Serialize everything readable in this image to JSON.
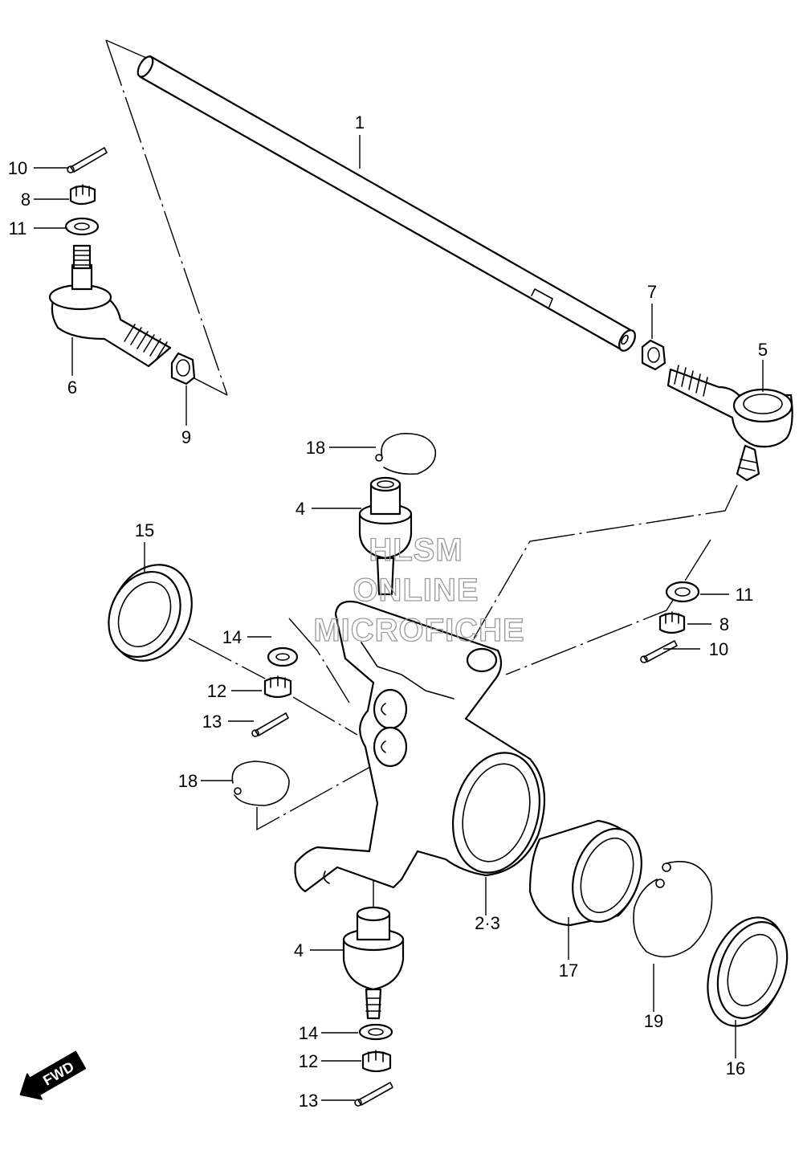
{
  "callouts": {
    "c1": "1",
    "c23": "2·3",
    "c4a": "4",
    "c4b": "4",
    "c5": "5",
    "c6": "6",
    "c7": "7",
    "c8a": "8",
    "c8b": "8",
    "c9": "9",
    "c10a": "10",
    "c10b": "10",
    "c11a": "11",
    "c11b": "11",
    "c12a": "12",
    "c12b": "12",
    "c13a": "13",
    "c13b": "13",
    "c14a": "14",
    "c14b": "14",
    "c15": "15",
    "c16": "16",
    "c17": "17",
    "c18a": "18",
    "c18b": "18",
    "c19": "19"
  },
  "watermark": {
    "line1": "HLSM",
    "line2": "ONLINE",
    "line3": "MICROFICHE"
  },
  "direction_badge": {
    "text": "FWD",
    "icon": "fwd-arrow-icon"
  },
  "colors": {
    "line": "#000000",
    "watermark": "#9a9a9a",
    "background": "#ffffff"
  }
}
